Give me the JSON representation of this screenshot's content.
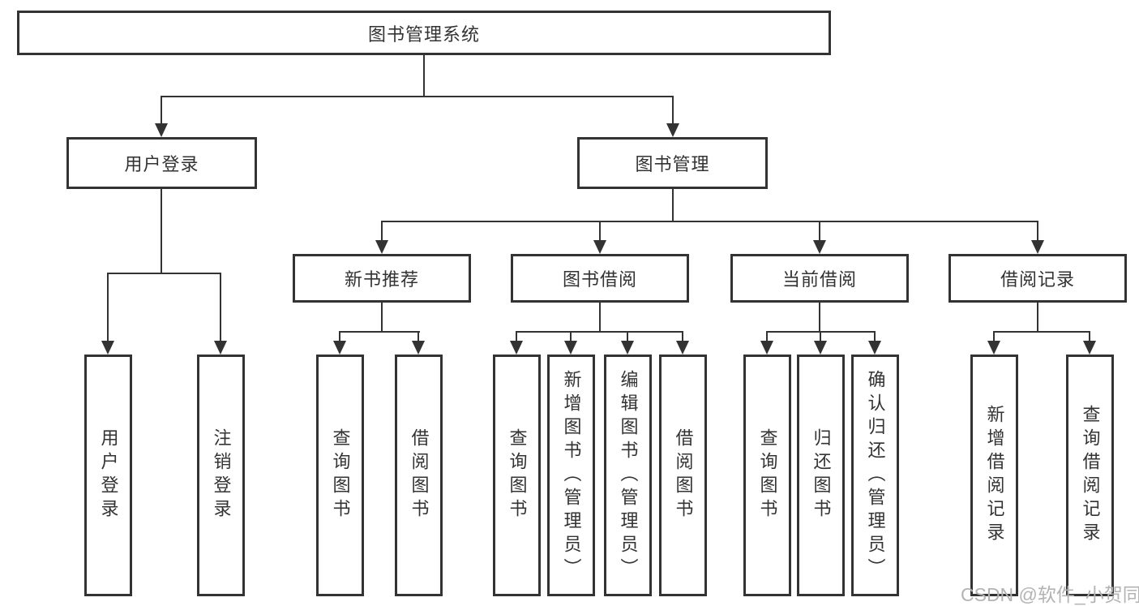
{
  "diagram_title": "图书管理系统",
  "nodes": {
    "root": "图书管理系统",
    "user_login_branch": "用户登录",
    "book_management": "图书管理",
    "new_book_recommendation": "新书推荐",
    "book_borrowing": "图书借阅",
    "current_borrowing": "当前借阅",
    "borrowing_records": "借阅记录",
    "user_login": "用户登录",
    "logout": "注销登录",
    "nbr_query_books": "查询图书",
    "nbr_borrow_books": "借阅图书",
    "bb_query_books": "查询图书",
    "bb_add_books_admin": "新增图书（管理员）",
    "bb_edit_books_admin": "编辑图书（管理员）",
    "bb_borrow_books": "借阅图书",
    "cb_query_books": "查询图书",
    "cb_return_books": "归还图书",
    "cb_confirm_return_admin": "确认归还（管理员）",
    "br_add_record": "新增借阅记录",
    "br_query_record": "查询借阅记录"
  },
  "hierarchy": {
    "图书管理系统": [
      "用户登录",
      "图书管理"
    ],
    "用户登录": [
      "用户登录",
      "注销登录"
    ],
    "图书管理": [
      "新书推荐",
      "图书借阅",
      "当前借阅",
      "借阅记录"
    ],
    "新书推荐": [
      "查询图书",
      "借阅图书"
    ],
    "图书借阅": [
      "查询图书",
      "新增图书（管理员）",
      "编辑图书（管理员）",
      "借阅图书"
    ],
    "当前借阅": [
      "查询图书",
      "归还图书",
      "确认归还（管理员）"
    ],
    "借阅记录": [
      "新增借阅记录",
      "查询借阅记录"
    ]
  },
  "watermark": "CSDN @软件_小贺同学",
  "colors": {
    "line": "#333333",
    "box_border": "#333333",
    "text": "#333333",
    "background": "#ffffff",
    "watermark": "#b3b3b3"
  }
}
